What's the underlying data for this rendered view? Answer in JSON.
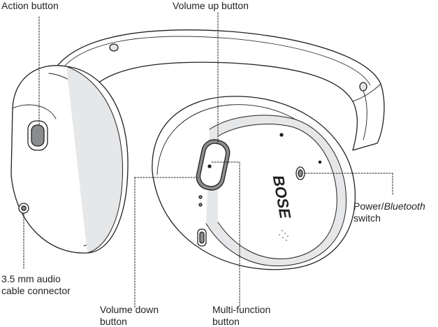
{
  "labels": {
    "action_button": "Action button",
    "volume_up": "Volume up button",
    "power_prefix": "Power/",
    "power_italic": "Bluetooth",
    "power_line2": "switch",
    "cable_line1": "3.5 mm audio",
    "cable_line2": "cable connector",
    "vol_down_line1": "Volume down",
    "vol_down_line2": "button",
    "multi_line1": "Multi-function",
    "multi_line2": "button"
  },
  "brand": {
    "logo_text": "BOSE"
  },
  "colors": {
    "outline": "#231f20",
    "fill": "#ffffff",
    "shade": "#e6e7e8",
    "dark": "#8a8c8e"
  }
}
